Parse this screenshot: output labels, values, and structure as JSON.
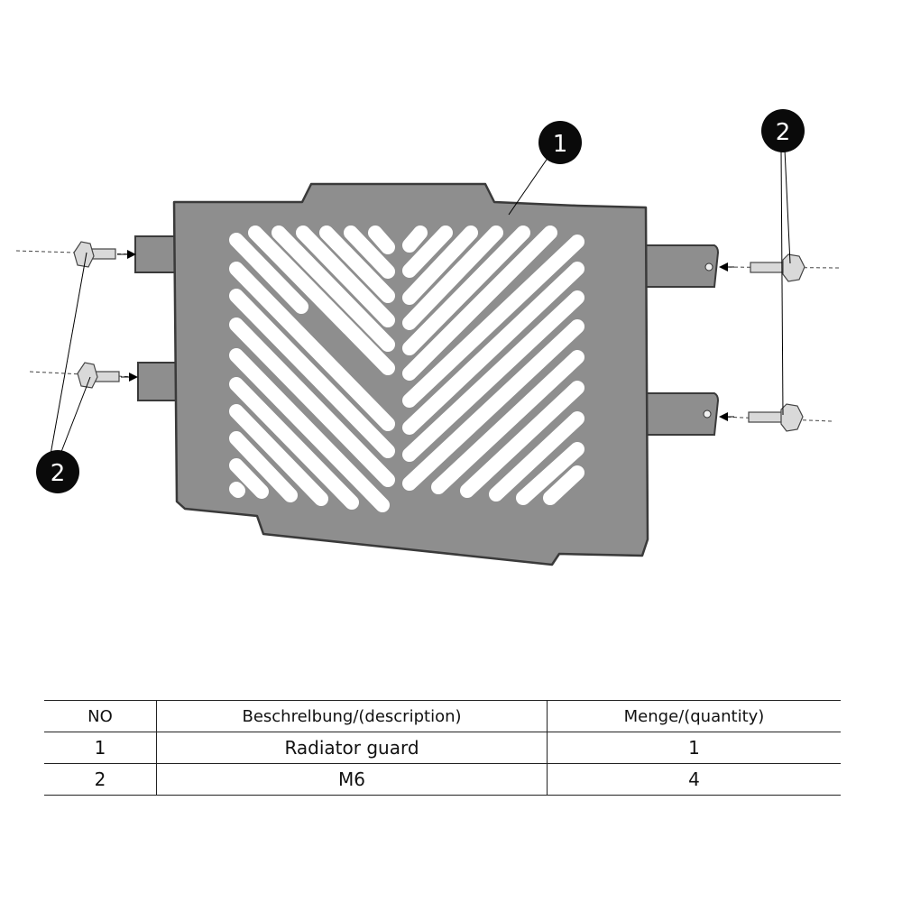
{
  "callouts": [
    {
      "number": "1",
      "part": "Radiator guard"
    },
    {
      "number": "2",
      "part": "M6"
    },
    {
      "number": "2",
      "part": "M6"
    }
  ],
  "table": {
    "headers": [
      "NO",
      "Beschrelbung/(description)",
      "Menge/(quantity)"
    ],
    "rows": [
      {
        "no": "1",
        "description": "Radiator guard",
        "quantity": "1"
      },
      {
        "no": "2",
        "description": "M6",
        "quantity": "4"
      }
    ]
  },
  "colors": {
    "plate_fill": "#8e8e8e",
    "plate_edge": "#3a3a3a",
    "bolt_fill": "#d9d9d9",
    "callout_fill": "#0a0a0a"
  }
}
